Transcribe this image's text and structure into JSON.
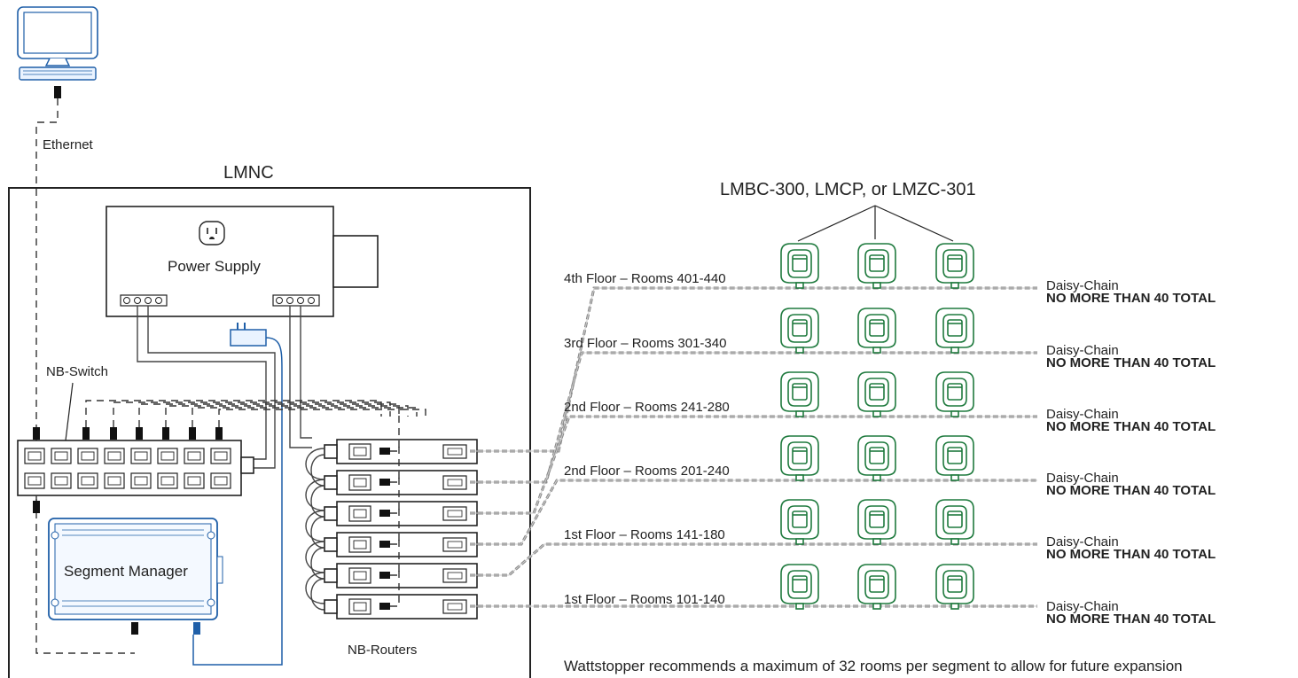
{
  "labels": {
    "ethernet": "Ethernet",
    "lmnc": "LMNC",
    "power_supply": "Power Supply",
    "nb_switch": "NB-Switch",
    "segment_manager": "Segment Manager",
    "nb_routers": "NB-Routers",
    "devices_group": "LMBC-300, LMCP, or LMZC-301",
    "footnote": "Wattstopper recommends a maximum of 32 rooms per segment to allow for future expansion"
  },
  "floors": [
    {
      "label": "4th Floor – Rooms 401-440",
      "chain": "Daisy-Chain",
      "limit": "NO MORE THAN 40 TOTAL"
    },
    {
      "label": "3rd Floor – Rooms 301-340",
      "chain": "Daisy-Chain",
      "limit": "NO MORE THAN 40 TOTAL"
    },
    {
      "label": "2nd Floor – Rooms 241-280",
      "chain": "Daisy-Chain",
      "limit": "NO MORE THAN 40 TOTAL"
    },
    {
      "label": "2nd Floor – Rooms 201-240",
      "chain": "Daisy-Chain",
      "limit": "NO MORE THAN 40 TOTAL"
    },
    {
      "label": "1st Floor – Rooms 141-180",
      "chain": "Daisy-Chain",
      "limit": "NO MORE THAN 40 TOTAL"
    },
    {
      "label": "1st Floor – Rooms 101-140",
      "chain": "Daisy-Chain",
      "limit": "NO MORE THAN 40 TOTAL"
    }
  ],
  "colors": {
    "device_green": "#1f7a3e",
    "segment_blue": "#1f5fa8",
    "line": "#333333"
  },
  "icons": {
    "computer": "computer-monitor-icon",
    "outlet": "power-outlet-icon",
    "room_controller": "room-controller-icon"
  }
}
